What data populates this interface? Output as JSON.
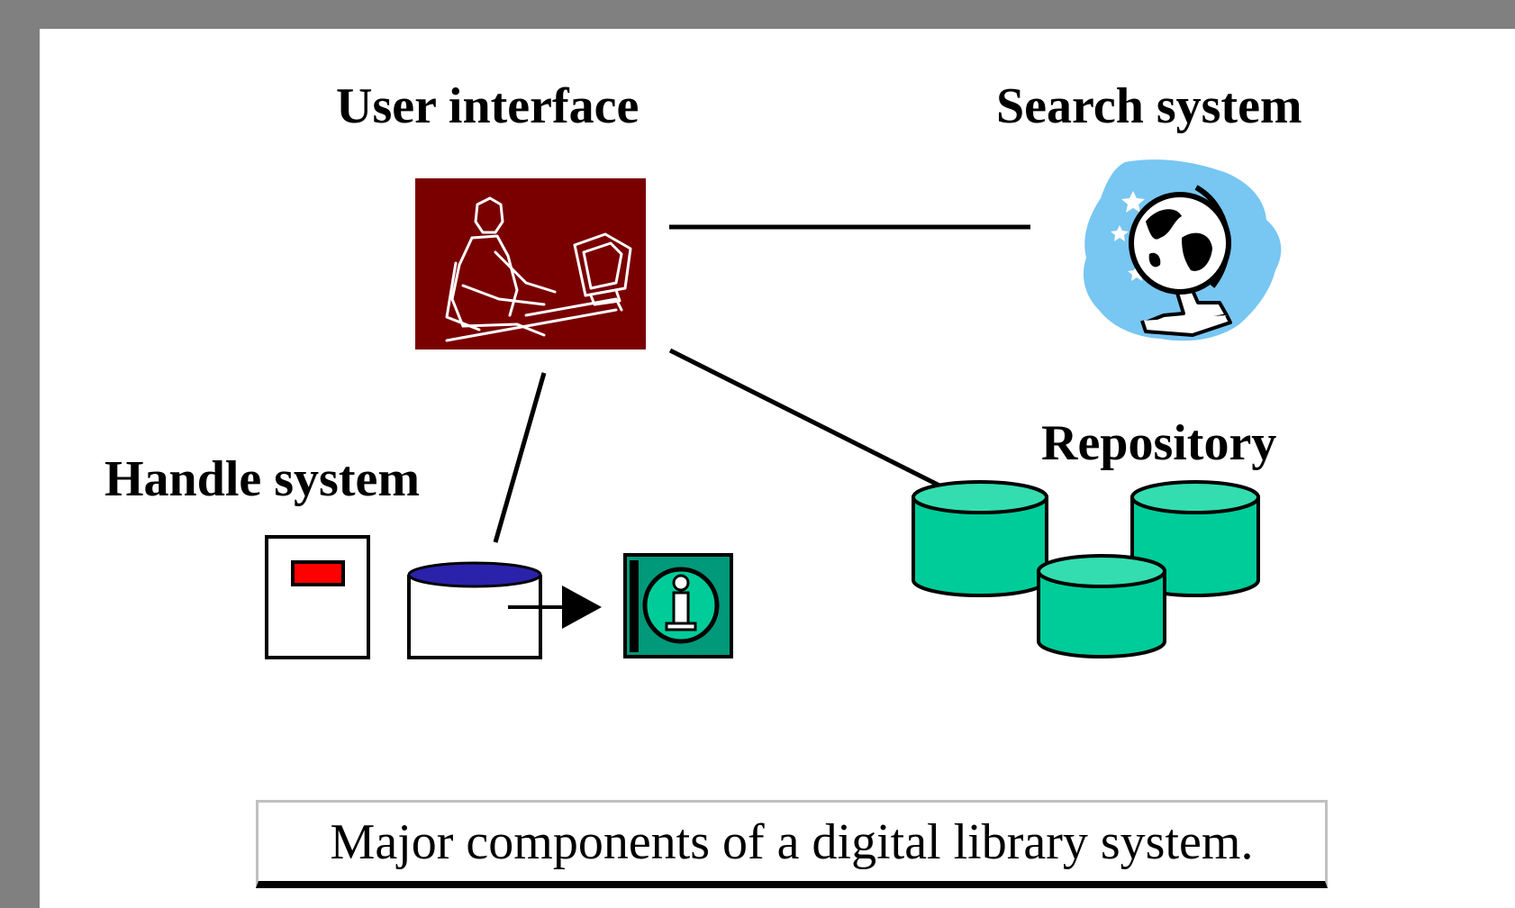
{
  "diagram": {
    "nodes": {
      "user_interface": {
        "label": "User interface",
        "icon": "user-at-computer-icon",
        "bg_color": "#7a0000"
      },
      "search_system": {
        "label": "Search system",
        "icon": "globe-icon",
        "bg_color": "#78c6f2"
      },
      "handle_system": {
        "label": "Handle system",
        "icons": [
          "document-card-icon",
          "handle-database-icon",
          "arrow-right-icon",
          "info-icon"
        ]
      },
      "repository": {
        "label": "Repository",
        "icon": "database-cylinders-icon",
        "color": "#00cc99"
      }
    },
    "edges": [
      {
        "from": "User interface",
        "to": "Search system"
      },
      {
        "from": "User interface",
        "to": "Handle system"
      },
      {
        "from": "User interface",
        "to": "Repository"
      }
    ],
    "caption": "Major components of a digital library system."
  }
}
